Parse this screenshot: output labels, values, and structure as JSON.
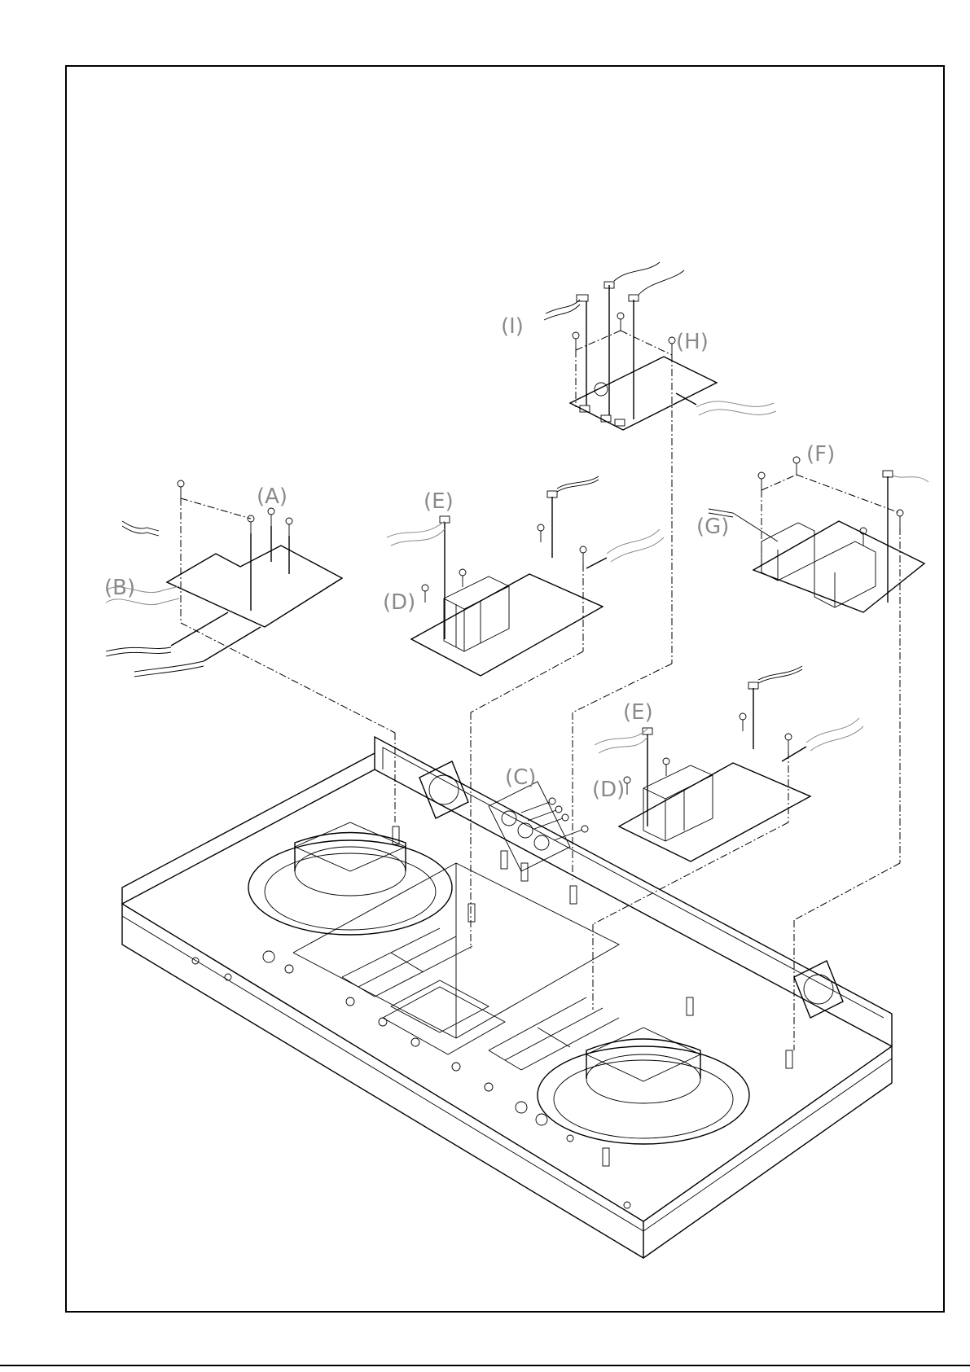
{
  "callouts": {
    "a": "(A)",
    "b": "(B)",
    "c": "(C)",
    "d1": "(D)",
    "d2": "(D)",
    "e1": "(E)",
    "e2": "(E)",
    "f": "(F)",
    "g": "(G)",
    "h": "(H)",
    "i": "(I)"
  },
  "colors": {
    "line": "#000000",
    "callout": "#8a8a8a",
    "background": "#ffffff"
  }
}
